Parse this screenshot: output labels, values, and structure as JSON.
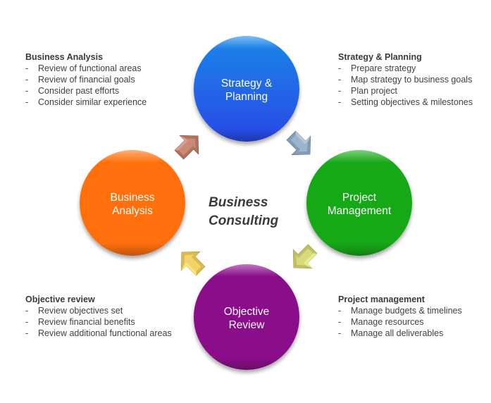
{
  "title": {
    "line1": "Business",
    "line2": "Consulting"
  },
  "stages": [
    {
      "id": "strategy",
      "line1": "Strategy  &",
      "line2": "Planning",
      "color": "#1f6fe8"
    },
    {
      "id": "project",
      "line1": "Project",
      "line2": "Management",
      "color": "#16a816"
    },
    {
      "id": "objective",
      "line1": "Objective",
      "line2": "Review",
      "color": "#8a0a8a"
    },
    {
      "id": "business",
      "line1": "Business",
      "line2": "Analysis",
      "color": "#ff700a"
    }
  ],
  "arrows": [
    {
      "name": "arrow-analysis-to-strategy",
      "color": "#c98a78"
    },
    {
      "name": "arrow-strategy-to-project",
      "color": "#9db5cc"
    },
    {
      "name": "arrow-project-to-objective",
      "color": "#d8d87c"
    },
    {
      "name": "arrow-objective-to-analysis",
      "color": "#f2d36a"
    }
  ],
  "notes": {
    "business_analysis": {
      "title": "Business  Analysis",
      "items": [
        "Review  of functional areas",
        "Review  of financial goals",
        "Consider  past efforts",
        "Consider  similar experience"
      ]
    },
    "strategy_planning": {
      "title": "Strategy & Planning",
      "items": [
        "Prepare  strategy",
        "Map strategy to business goals",
        "Plan project",
        "Setting objectives & milestones"
      ]
    },
    "objective_review": {
      "title": "Objective review",
      "items": [
        "Review  objectives  set",
        "Review  financial  benefits",
        "Review  additional  functional areas"
      ]
    },
    "project_management": {
      "title": "Project management",
      "items": [
        "Manage budgets & timelines",
        "Manage resources",
        "Manage all deliverables"
      ]
    },
    "bullet": "-"
  }
}
